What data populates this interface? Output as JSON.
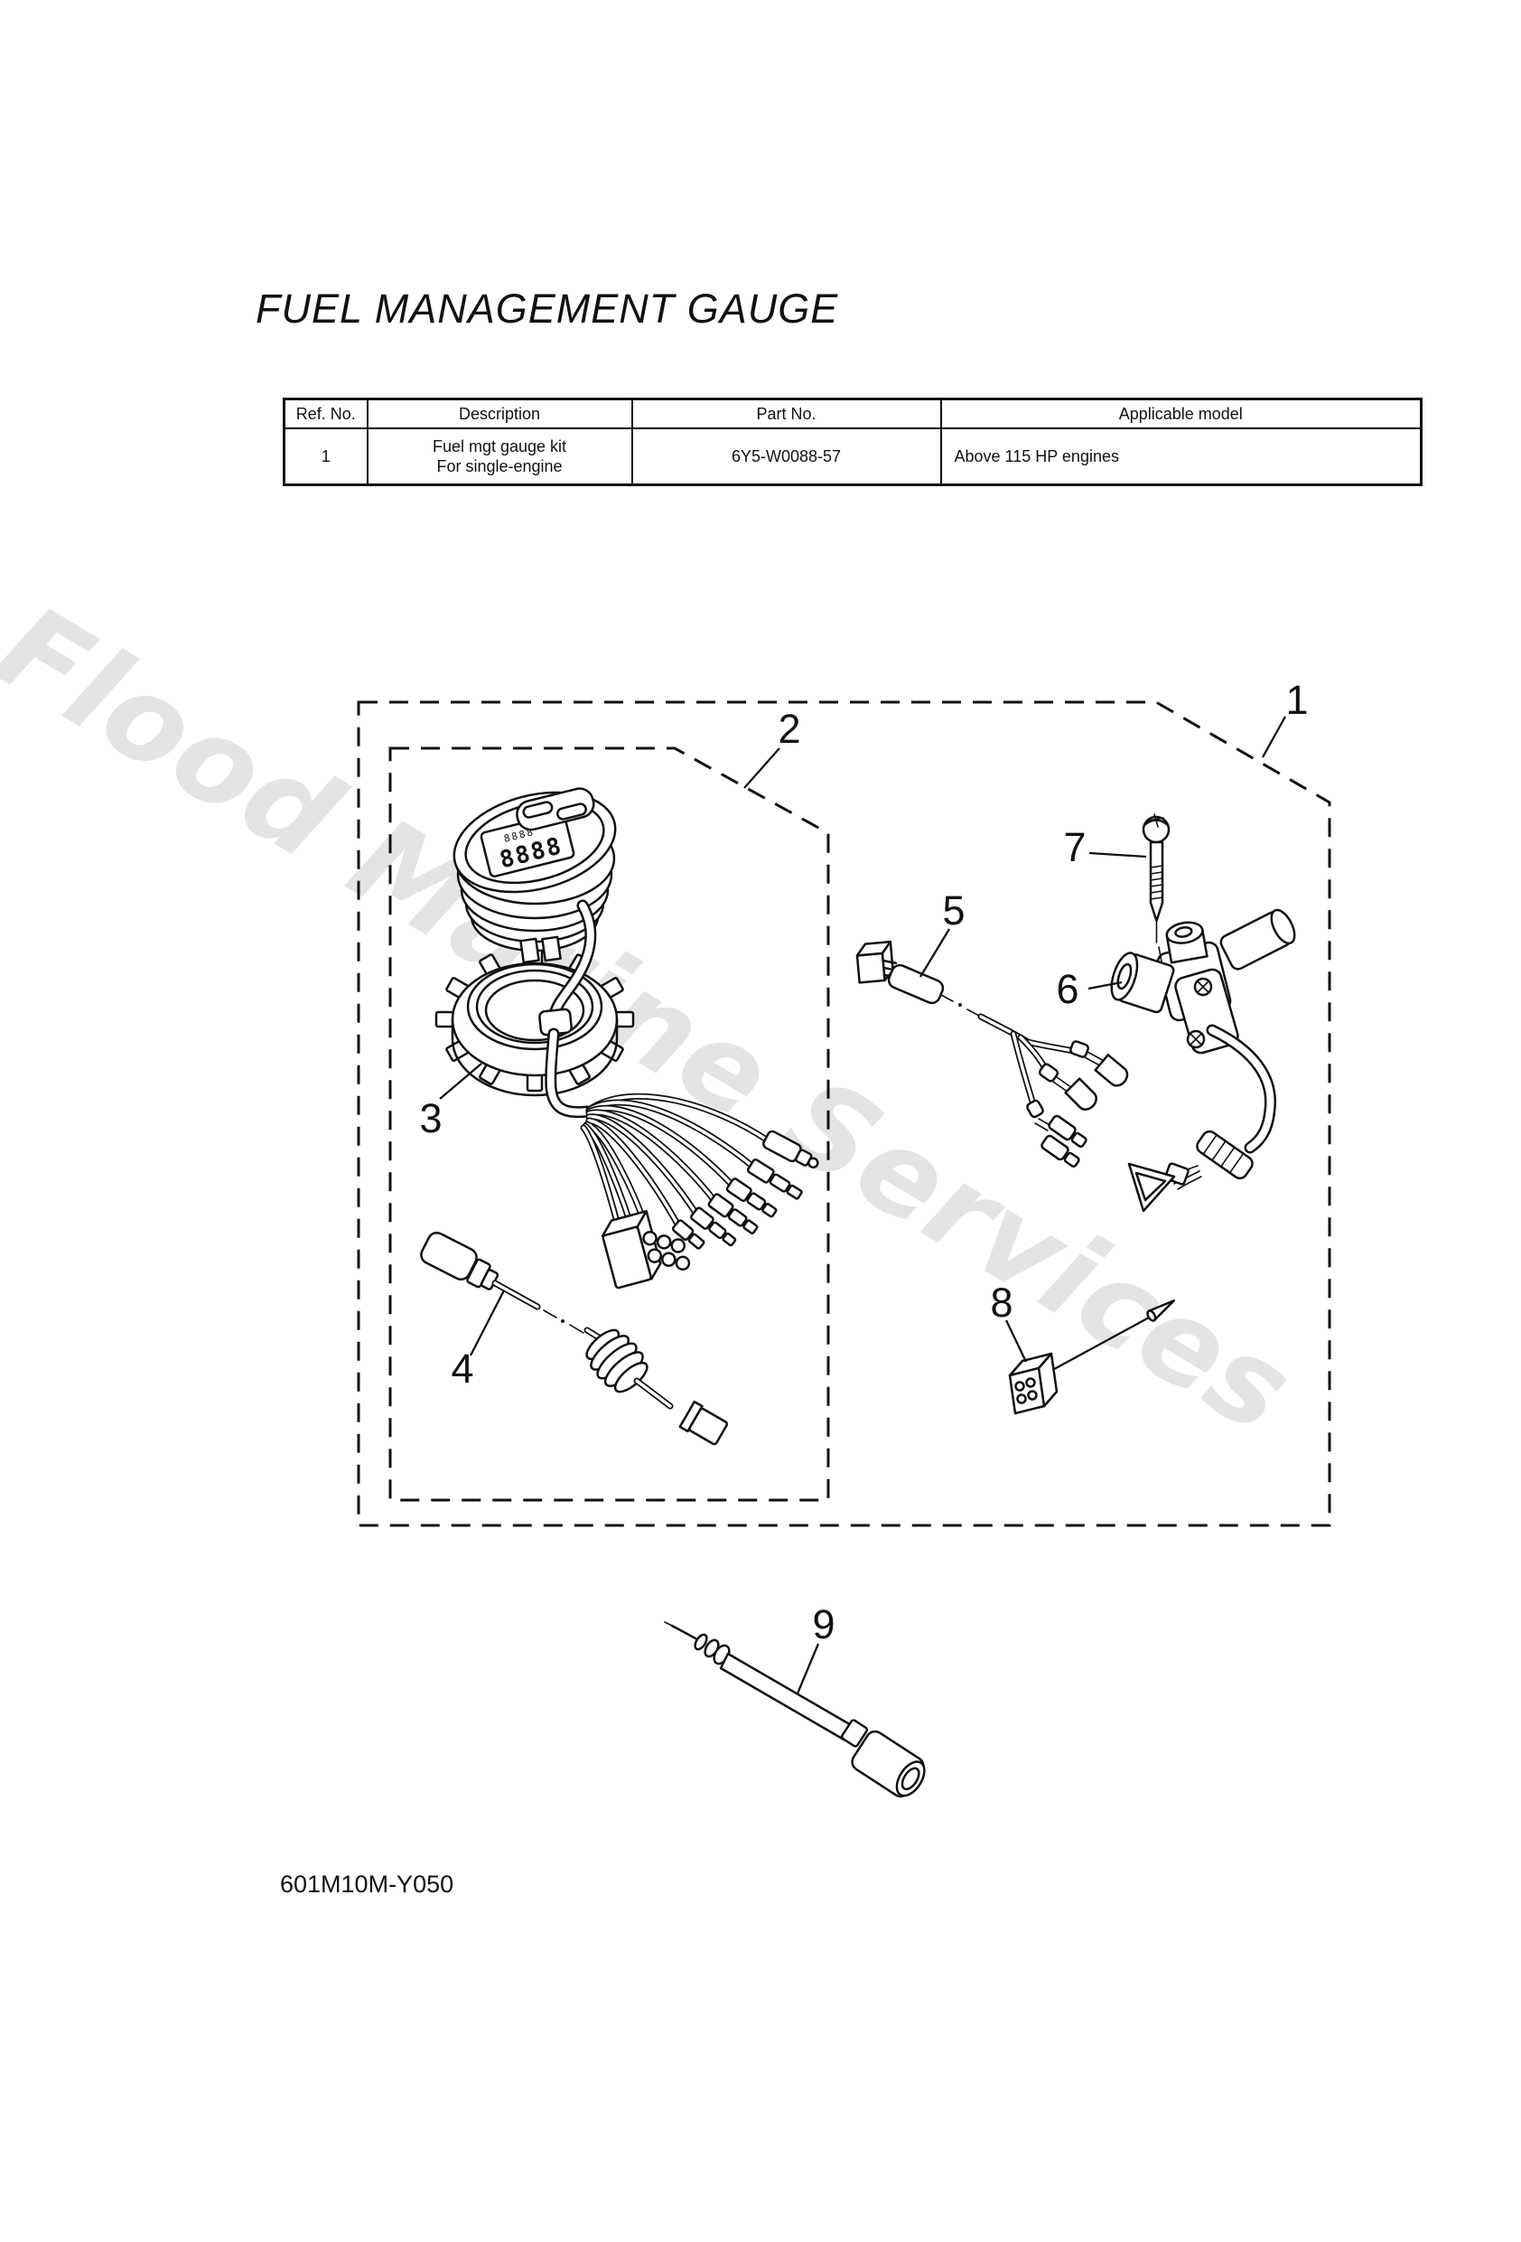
{
  "page": {
    "title": "FUEL MANAGEMENT GAUGE"
  },
  "parts_table": {
    "headers": [
      "Ref. No.",
      "Description",
      "Part No.",
      "Applicable model"
    ],
    "rows": [
      {
        "ref_no": "1",
        "description_lines": [
          "Fuel mgt gauge kit",
          "For single-engine"
        ],
        "part_no": "6Y5-W0088-57",
        "applicable_model": "Above 115 HP engines"
      }
    ]
  },
  "diagram": {
    "callouts": [
      "1",
      "2",
      "3",
      "4",
      "5",
      "6",
      "7",
      "8",
      "9"
    ],
    "gauge_lcd": {
      "top_row": "8888",
      "main_row": "8888"
    }
  },
  "watermark": {
    "text": "Flood Marine Services"
  },
  "footer": {
    "drawing_code": "601M10M-Y050"
  },
  "colors": {
    "ink": "#111111",
    "watermark": "#e4e4e4",
    "paper": "#ffffff"
  }
}
